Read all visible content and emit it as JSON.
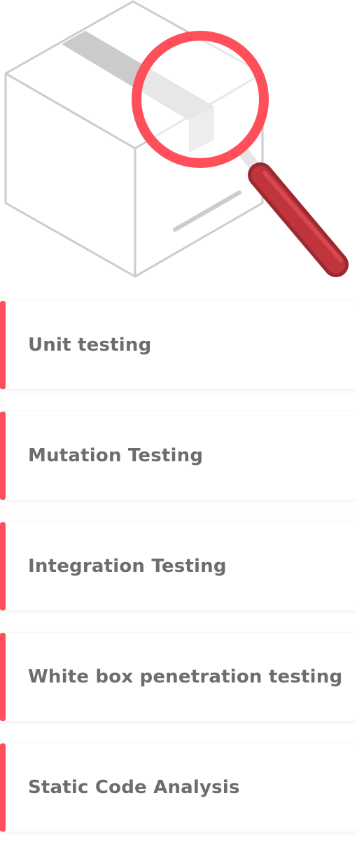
{
  "hero": {
    "illustration": "box-with-magnifying-glass",
    "icon_name": "magnifying-glass-icon",
    "colors": {
      "box_outline": "#cccccc",
      "tape": "#cbcbcb",
      "lens_ring": "#fe4f5a",
      "handle": "#c0343b",
      "handle_dark": "#9b2a30"
    }
  },
  "accent_color": "#fe4f5a",
  "testing_types": [
    {
      "label": "Unit testing"
    },
    {
      "label": "Mutation Testing"
    },
    {
      "label": "Integration Testing"
    },
    {
      "label": "White box penetration testing"
    },
    {
      "label": "Static Code Analysis"
    }
  ]
}
